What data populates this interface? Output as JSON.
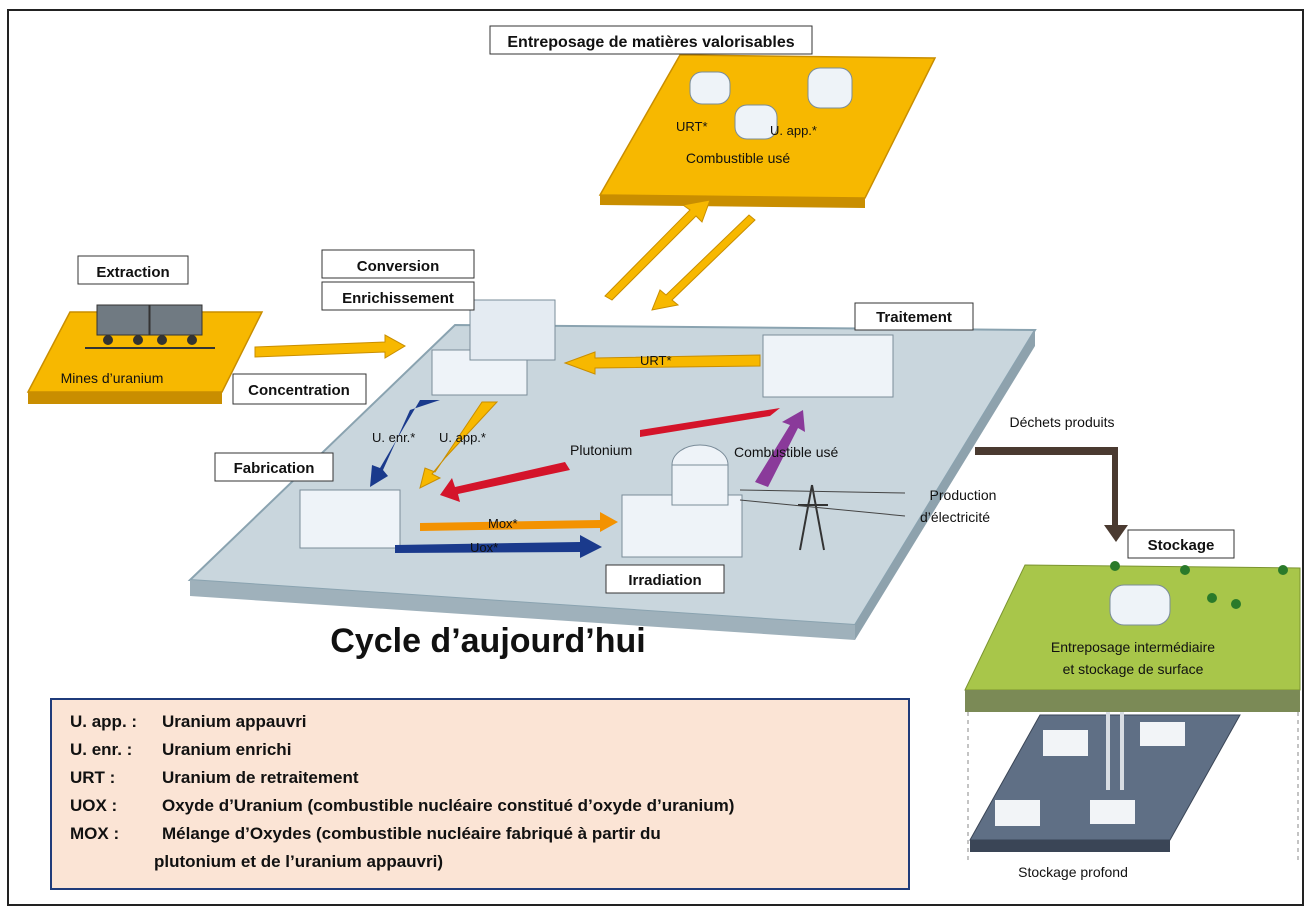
{
  "labels": {
    "storage_top": "Entreposage de matières valorisables",
    "urt_small": "URT*",
    "u_app_small": "U. app.*",
    "combustible_use_top": "Combustible usé",
    "extraction": "Extraction",
    "mines": "Mines d’uranium",
    "concentration": "Concentration",
    "conversion": "Conversion",
    "enrichissement": "Enrichissement",
    "traitement": "Traitement",
    "urt_arrow": "URT*",
    "u_enr": "U. enr.*",
    "u_app": "U. app.*",
    "plutonium": "Plutonium",
    "combustible_use": "Combustible usé",
    "fabrication": "Fabrication",
    "mox": "Mox*",
    "uox": "Uox*",
    "irradiation": "Irradiation",
    "production_line1": "Production",
    "production_line2": "d’électricité",
    "dechets": "Déchets produits",
    "stockage": "Stockage",
    "entreposage_line1": "Entreposage intermédiaire",
    "entreposage_line2": "et stockage de surface",
    "stockage_profond": "Stockage profond",
    "cycle_title": "Cycle d’aujourd’hui"
  },
  "legend": [
    {
      "abbr": "U. app. :",
      "text": "Uranium appauvri"
    },
    {
      "abbr": "U. enr.  :",
      "text": "Uranium enrichi"
    },
    {
      "abbr": "URT      :",
      "text": "Uranium de retraitement"
    },
    {
      "abbr": "UOX      :",
      "text": "Oxyde d’Uranium (combustible nucléaire constitué d’oxyde d’uranium)"
    },
    {
      "abbr": "MOX     :",
      "text": "Mélange d’Oxydes (combustible nucléaire fabriqué à partir du"
    }
  ],
  "legend_continuation": "plutonium et de l’uranium appauvri)",
  "colors": {
    "platform": "#c9d6dd",
    "yellow": "#f7b800",
    "blue": "#1a3a8c",
    "red": "#d4142a",
    "purple": "#8a3a9a",
    "orange": "#f39200",
    "grass": "#a8c64a",
    "legend_bg": "#fbe4d5"
  }
}
